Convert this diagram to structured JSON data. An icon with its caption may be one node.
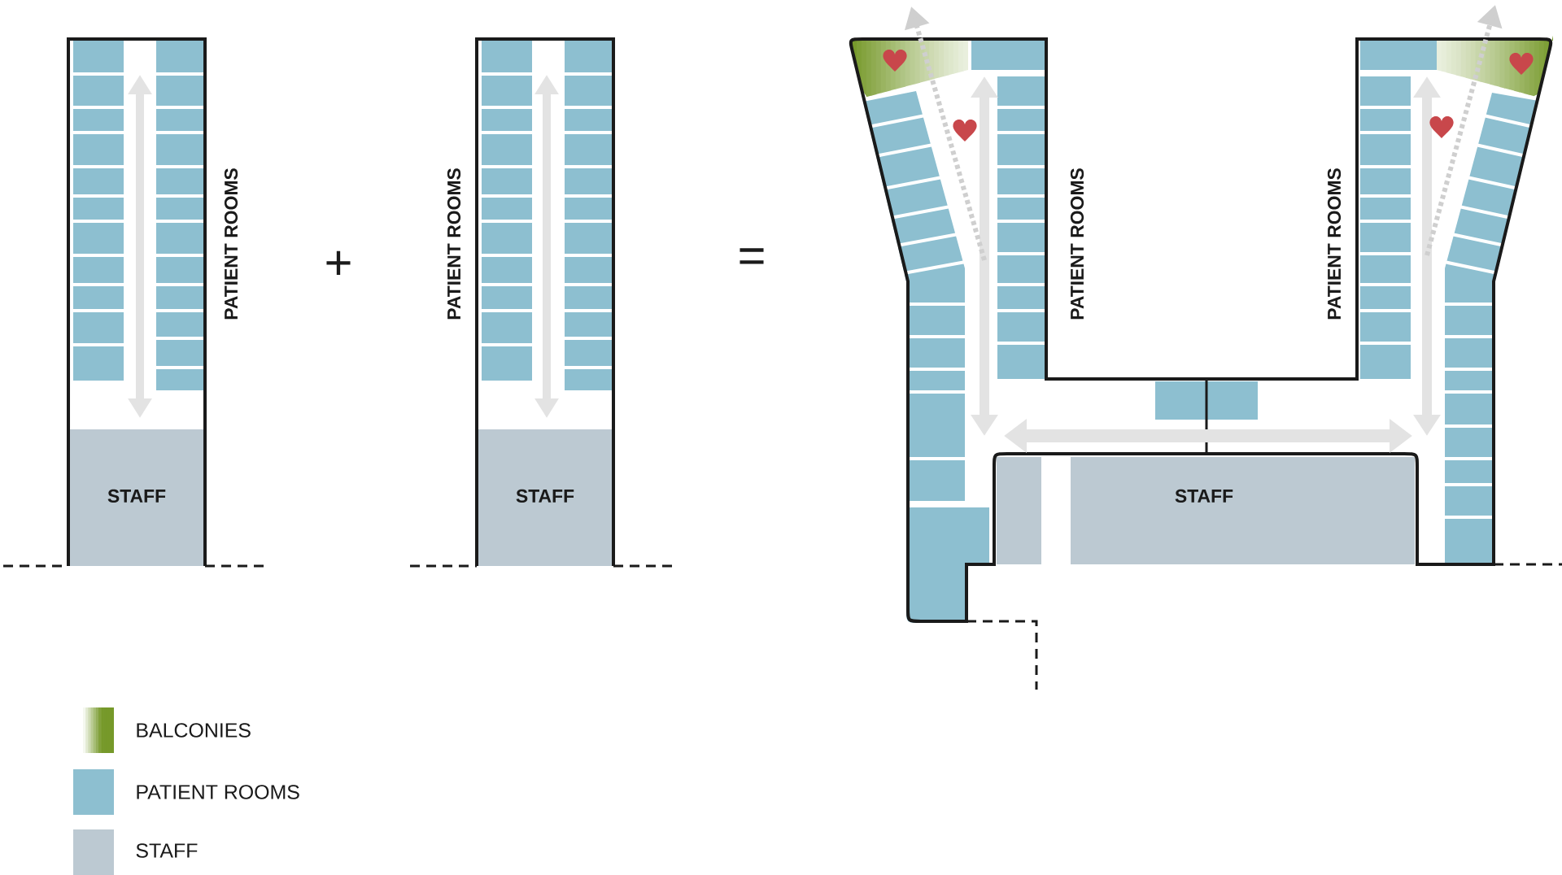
{
  "diagram": {
    "nodes": [
      {
        "text": [
          "STAFF"
        ]
      },
      {
        "text": [
          "STAFF"
        ]
      },
      {
        "text": [
          "STAFF"
        ]
      }
    ],
    "labels": [
      "PATIENT ROOMS",
      "+",
      "PATIENT ROOMS",
      "=",
      "PATIENT ROOMS",
      "PATIENT ROOMS"
    ],
    "legend": [
      {
        "text": "BALCONIES",
        "color": "#76992a"
      },
      {
        "text": "PATIENT ROOMS",
        "color": "#8dbfd0"
      },
      {
        "text": "STAFF",
        "color": "#bcc9d2"
      }
    ]
  }
}
